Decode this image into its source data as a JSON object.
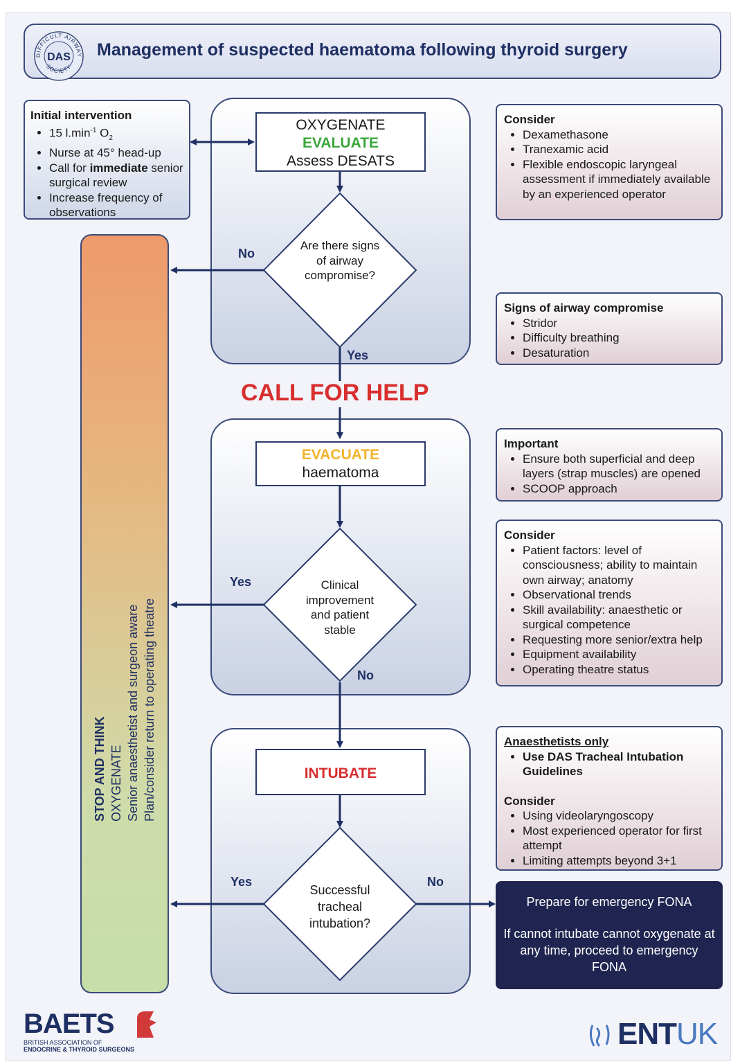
{
  "title": "Management of suspected haematoma following thyroid surgery",
  "das_logo": {
    "ring_top": "DIFFICULT AIRWAY",
    "ring_bottom": "SOCIETY",
    "center": "DAS"
  },
  "initial": {
    "heading": "Initial intervention",
    "items": [
      "15 l.min",
      "Nurse at 45° head-up",
      "Call for ",
      "immediate",
      " senior surgical review",
      "Increase frequency of observations"
    ],
    "o2_sup": "-1",
    "o2": "O",
    "o2_sub": "2"
  },
  "step1": {
    "line1": "OXYGENATE",
    "line2": "EVALUATE",
    "line3": "Assess DESATS"
  },
  "decision1": {
    "text": "Are there signs of airway compromise?",
    "no": "No",
    "yes": "Yes"
  },
  "consider1": {
    "heading": "Consider",
    "items": [
      "Dexamethasone",
      "Tranexamic acid",
      "Flexible endoscopic laryngeal assessment if immediately available by an experienced operator"
    ]
  },
  "signs": {
    "heading": "Signs of airway compromise",
    "items": [
      "Stridor",
      "Difficulty breathing",
      "Desaturation"
    ]
  },
  "call_help": "CALL FOR HELP",
  "step2": {
    "line1": "EVACUATE",
    "line2": "haematoma"
  },
  "important": {
    "heading": "Important",
    "items": [
      "Ensure both superficial and deep layers (strap muscles) are opened",
      "SCOOP approach"
    ]
  },
  "decision2": {
    "text": "Clinical improvement and patient stable",
    "yes": "Yes",
    "no": "No"
  },
  "consider2": {
    "heading": "Consider",
    "items": [
      "Patient factors: level of consciousness; ability to maintain own airway; anatomy",
      "Observational trends",
      "Skill availability: anaesthetic or surgical competence",
      "Requesting more senior/extra help",
      "Equipment availability",
      "Operating theatre status"
    ]
  },
  "step3": {
    "line1": "INTUBATE"
  },
  "anaesthetists": {
    "heading": "Anaesthetists only",
    "item": "Use DAS Tracheal Intubation Guidelines",
    "heading2": "Consider",
    "items": [
      "Using videolaryngoscopy",
      "Most experienced operator for first attempt",
      "Limiting attempts beyond 3+1"
    ]
  },
  "decision3": {
    "text": "Successful tracheal intubation?",
    "yes": "Yes",
    "no": "No"
  },
  "fona": {
    "line1": "Prepare for emergency FONA",
    "line2": "If cannot intubate cannot oxygenate at any time, proceed to emergency FONA"
  },
  "stop": {
    "line1": "STOP AND THINK",
    "line2": "OXYGENATE",
    "line3": "Senior anaesthetist and surgeon aware",
    "line4": "Plan/consider return to operating theatre"
  },
  "baets": {
    "word": "BAETS",
    "sub1": "BRITISH ASSOCIATION OF",
    "sub2": "ENDOCRINE & THYROID SURGEONS"
  },
  "entuk": {
    "ent": "ENT",
    "uk": "UK"
  },
  "colors": {
    "navy": "#1e2f63",
    "green": "#3aa63a",
    "amber": "#f0b42c",
    "red": "#d72e2e",
    "fona_bg": "#1f2450"
  }
}
